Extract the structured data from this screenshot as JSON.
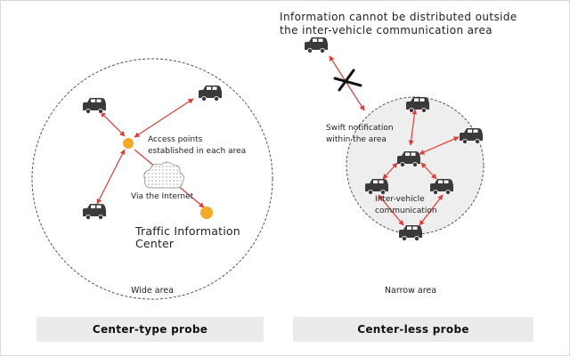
{
  "colors": {
    "arrow": "#e23a34",
    "vehicle": "#3a3a3a",
    "access_point": "#f7a825",
    "traffic_center": "#f7a825",
    "narrow_area_fill": "#eeeeee",
    "bar_bg": "#ebebeb"
  },
  "left_panel": {
    "access_points_label": [
      "Access points",
      "established in each area"
    ],
    "internet_label": "Via the Internet",
    "traffic_center_label": [
      "Traffic Information",
      "Center"
    ],
    "area_label": "Wide area",
    "probe_label": "Center-type probe"
  },
  "right_panel": {
    "heading": [
      "Information cannot be distributed outside",
      "the inter-vehicle communication area"
    ],
    "swift_label": [
      "Swift notification",
      "within the area"
    ],
    "intervehicle_label": [
      "Inter-vehicle",
      "communication"
    ],
    "area_label": "Narrow area",
    "probe_label": "Center-less probe"
  },
  "icons": [
    "car-icon",
    "cloud-icon",
    "cross-mark-icon"
  ]
}
